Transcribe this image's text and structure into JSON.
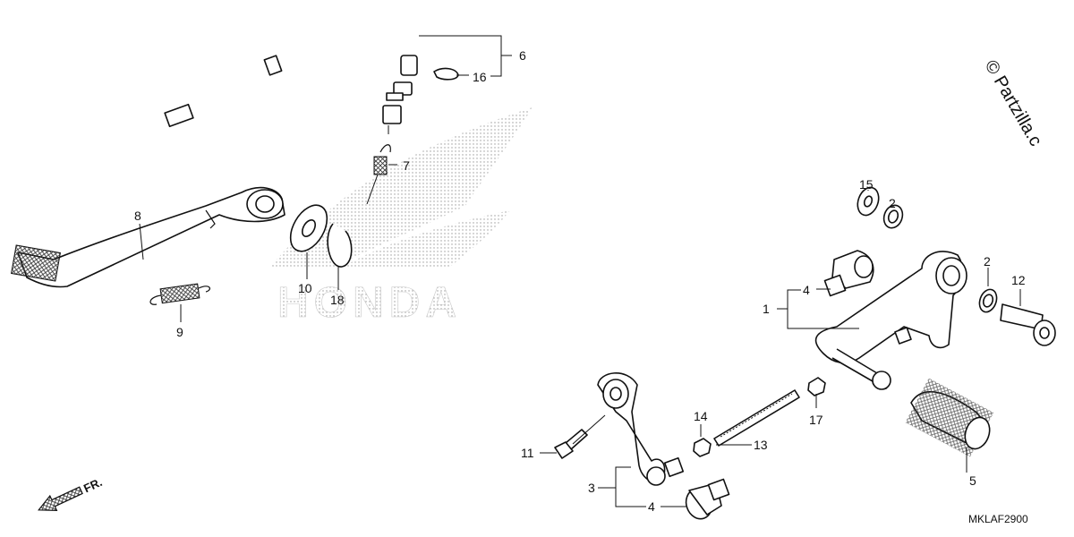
{
  "diagram_code": "MKLAF2900",
  "copyright": "© Partzilla.c",
  "direction_label": "FR.",
  "watermark": "HONDA",
  "callouts": {
    "c1": "1",
    "c2a": "2",
    "c2b": "2",
    "c3": "3",
    "c4a": "4",
    "c4b": "4",
    "c5": "5",
    "c6": "6",
    "c7": "7",
    "c8": "8",
    "c9": "9",
    "c10": "10",
    "c11": "11",
    "c12": "12",
    "c13": "13",
    "c14": "14",
    "c15": "15",
    "c16": "16",
    "c17": "17",
    "c18": "18"
  }
}
